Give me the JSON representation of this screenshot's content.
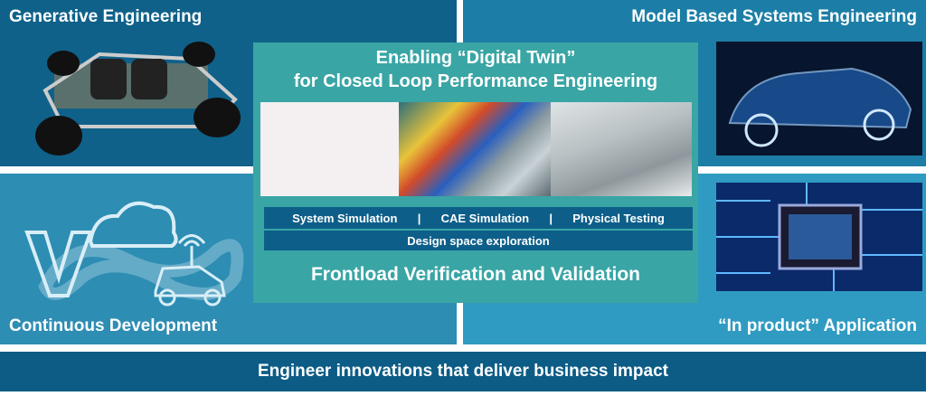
{
  "quadrants": {
    "top_left": "Generative Engineering",
    "top_right": "Model Based Systems Engineering",
    "bottom_left": "Continuous Development",
    "bottom_right": "“In product” Application"
  },
  "center": {
    "title_line1": "Enabling “Digital Twin”",
    "title_line2": "for Closed Loop Performance Engineering",
    "methods": [
      "System Simulation",
      "|",
      "CAE Simulation",
      "|",
      "Physical Testing"
    ],
    "design_space": "Design space exploration",
    "footer": "Frontload Verification and Validation"
  },
  "bottom_banner": "Engineer innovations that deliver business impact"
}
